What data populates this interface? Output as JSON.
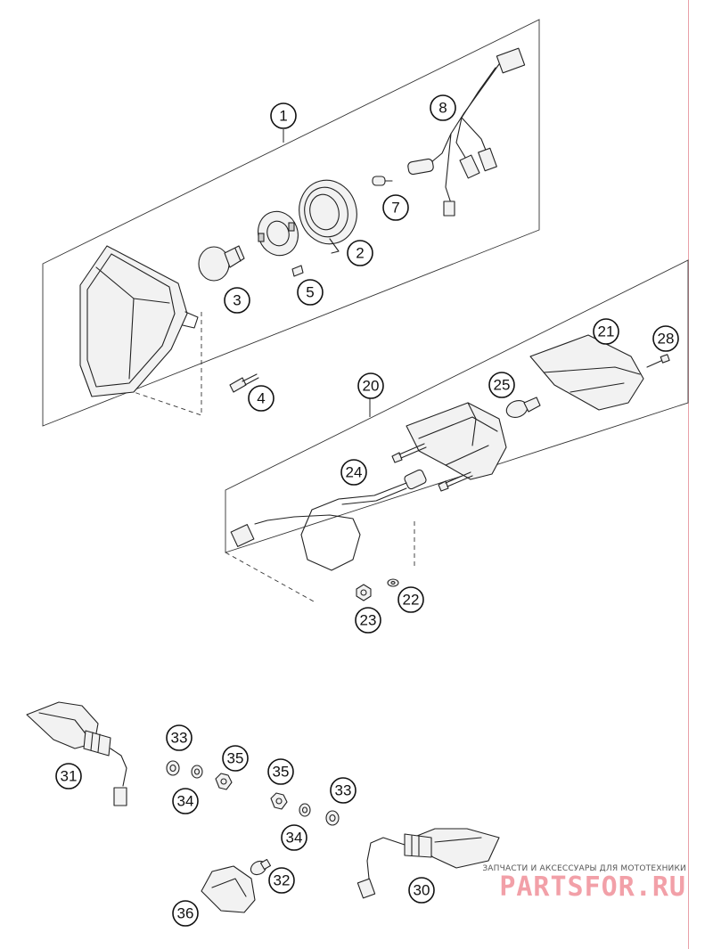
{
  "callouts": [
    {
      "id": "c1",
      "label": "1"
    },
    {
      "id": "c2",
      "label": "2"
    },
    {
      "id": "c3",
      "label": "3"
    },
    {
      "id": "c4",
      "label": "4"
    },
    {
      "id": "c5",
      "label": "5"
    },
    {
      "id": "c7",
      "label": "7"
    },
    {
      "id": "c8",
      "label": "8"
    },
    {
      "id": "c20",
      "label": "20"
    },
    {
      "id": "c21",
      "label": "21"
    },
    {
      "id": "c22",
      "label": "22"
    },
    {
      "id": "c23",
      "label": "23"
    },
    {
      "id": "c24",
      "label": "24"
    },
    {
      "id": "c25",
      "label": "25"
    },
    {
      "id": "c28",
      "label": "28"
    },
    {
      "id": "c30",
      "label": "30"
    },
    {
      "id": "c31",
      "label": "31"
    },
    {
      "id": "c32",
      "label": "32"
    },
    {
      "id": "c33a",
      "label": "33"
    },
    {
      "id": "c33b",
      "label": "33"
    },
    {
      "id": "c34a",
      "label": "34"
    },
    {
      "id": "c34b",
      "label": "34"
    },
    {
      "id": "c35a",
      "label": "35"
    },
    {
      "id": "c35b",
      "label": "35"
    },
    {
      "id": "c36",
      "label": "36"
    }
  ],
  "watermark": {
    "caption": "ЗАПЧАСТИ И АКСЕССУАРЫ ДЛЯ МОТОТЕХНИКИ",
    "logo": "PARTSFOR.RU"
  },
  "colors": {
    "line": "#222222",
    "background": "#ffffff",
    "watermark": "#f2a0a8",
    "margin_line": "#e9a0a8"
  }
}
